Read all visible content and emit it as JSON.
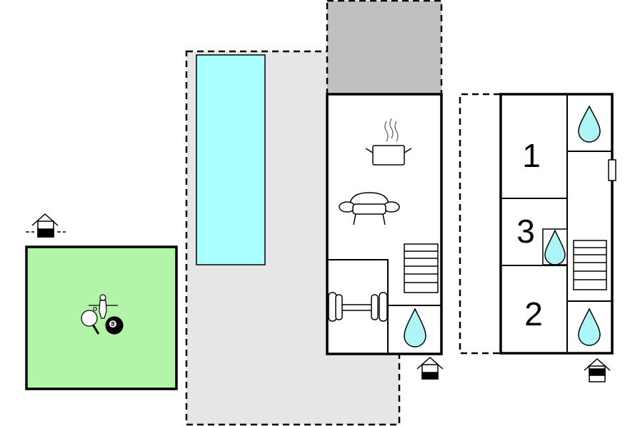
{
  "colors": {
    "terrace": "#e6e6e6",
    "covered_terrace": "#c0c0c0",
    "pool": "#aaffff",
    "garden": "#b3f5a8",
    "water": "#aef5f5",
    "stroke": "#000000"
  },
  "icons": [
    "entrance-icon",
    "recreation-icon",
    "pool",
    "cooking-pot-icon",
    "sofa-icon",
    "stairs-icon",
    "dumbbell-icon",
    "water-drop-icon",
    "window-icon"
  ],
  "rooms": {
    "bedroom_1": "1",
    "bedroom_2": "2",
    "bedroom_3": "3"
  },
  "billiard_ball": "8"
}
